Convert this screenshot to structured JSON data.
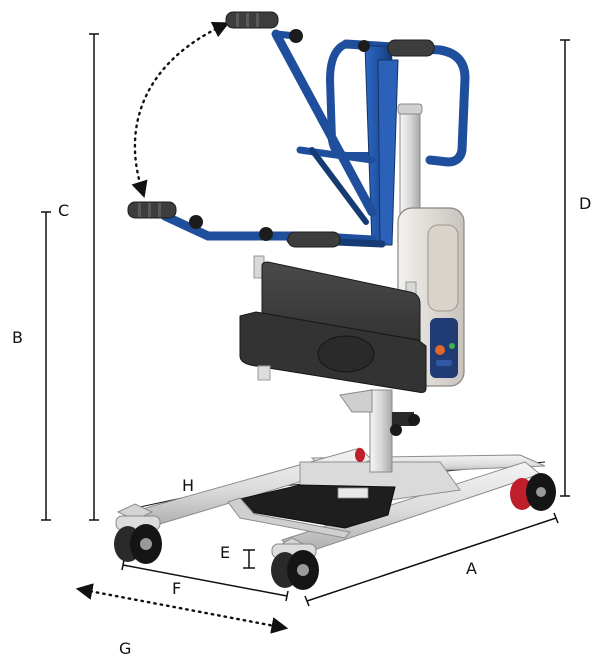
{
  "labels": {
    "A": "A",
    "B": "B",
    "C": "C",
    "D": "D",
    "E": "E",
    "F": "F",
    "G": "G",
    "H": "H"
  },
  "colors": {
    "frame_blue": "#1f4f9c",
    "frame_blue_dark": "#163a73",
    "seat_dark": "#3a3a3a",
    "chassis_light": "#e6e6e6",
    "chassis_mid": "#c9c9c9",
    "wheel_dark": "#1d1d1d",
    "brake_red": "#c0202b",
    "dimension_line": "#111111"
  },
  "icons": {
    "rotation_arrow": "dotted-curved-double-arrow",
    "base_width_arrow": "dotted-straight-double-arrow"
  }
}
